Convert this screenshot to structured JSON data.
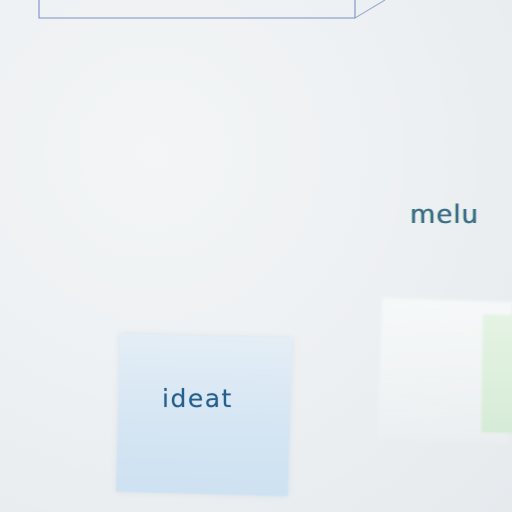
{
  "scene": {
    "type": "photo-whiteboard",
    "background_color": "#eef1f3"
  },
  "notes": [
    {
      "id": "blue-note",
      "text": "ideat",
      "color": "#d9e8f4"
    },
    {
      "id": "green-note",
      "text": "",
      "color": "#dcefdc"
    }
  ],
  "floating_words": [
    {
      "id": "melu",
      "text": "melu",
      "color": "#3c6e8a"
    }
  ],
  "wireframe": {
    "stroke_color": "#6f86c4",
    "icon": "box-outline"
  }
}
